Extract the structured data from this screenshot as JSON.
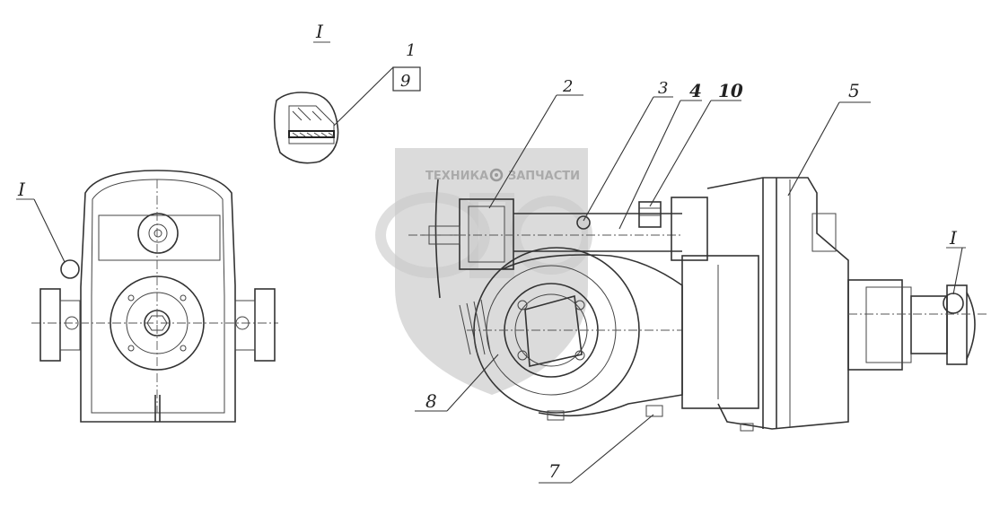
{
  "watermark": {
    "left_text": "ТЕХНИКА",
    "right_text": "ЗАПЧАСТИ",
    "gear_icon": "gear-icon",
    "logo_letters": "ЭПФ"
  },
  "section_mark": "I",
  "callouts": {
    "c1": "1",
    "c9": "9",
    "c2": "2",
    "c3": "3",
    "c4": "4",
    "c10": "10",
    "c5": "5",
    "c7": "7",
    "c8": "8"
  },
  "view_marks": {
    "left": "I",
    "right": "I"
  }
}
